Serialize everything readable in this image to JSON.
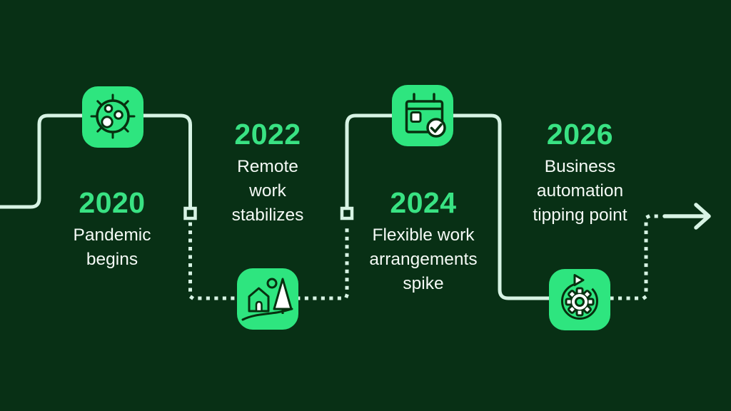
{
  "theme": {
    "bg": "#083015",
    "ink": "#07300f",
    "accent": "#2ee57f",
    "year": "#39e283",
    "line": "#d7f3e4",
    "text": "#f5faf6"
  },
  "milestones": [
    {
      "year": "2020",
      "label": "Pandemic\nbegins",
      "icon": "virus-icon"
    },
    {
      "year": "2022",
      "label": "Remote\nwork\nstabilizes",
      "icon": "home-nature-icon"
    },
    {
      "year": "2024",
      "label": "Flexible work\narrangements\nspike",
      "icon": "calendar-check-icon"
    },
    {
      "year": "2026",
      "label": "Business\nautomation\ntipping point",
      "icon": "automation-cycle-icon"
    }
  ],
  "flow_end": {
    "icon": "arrow-right-icon"
  }
}
